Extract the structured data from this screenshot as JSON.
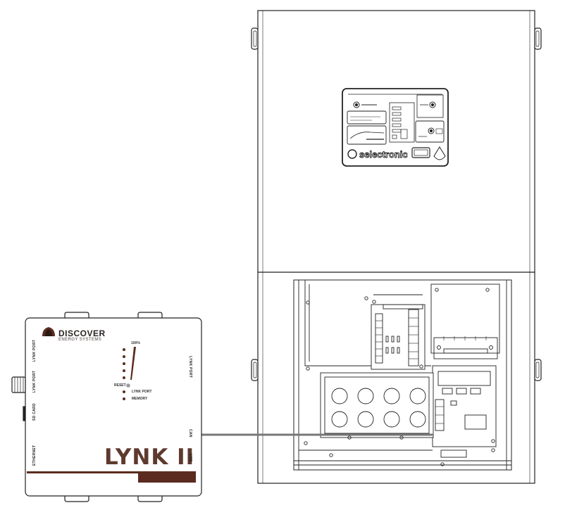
{
  "colors": {
    "outline": "#222222",
    "enclosure_fill": "#ffffff",
    "lynk_accent": "#5a2b1e",
    "cable": "#777777"
  },
  "lynk": {
    "brand": "DISCOVER",
    "brand_sub": "ENERGY SYSTEMS",
    "model": "LYNK II",
    "port_left": [
      "LYNK PORT",
      "LYNK PORT",
      "SD CARD",
      "ETHERNET"
    ],
    "port_right": [
      "LYNK PORT",
      "CAN",
      "USB"
    ],
    "led_top_label": "100%",
    "led_labels": [
      "RESET",
      "LYNK PORT",
      "MEMORY"
    ]
  },
  "enclosure": {
    "panel_logo": "selectronic"
  }
}
